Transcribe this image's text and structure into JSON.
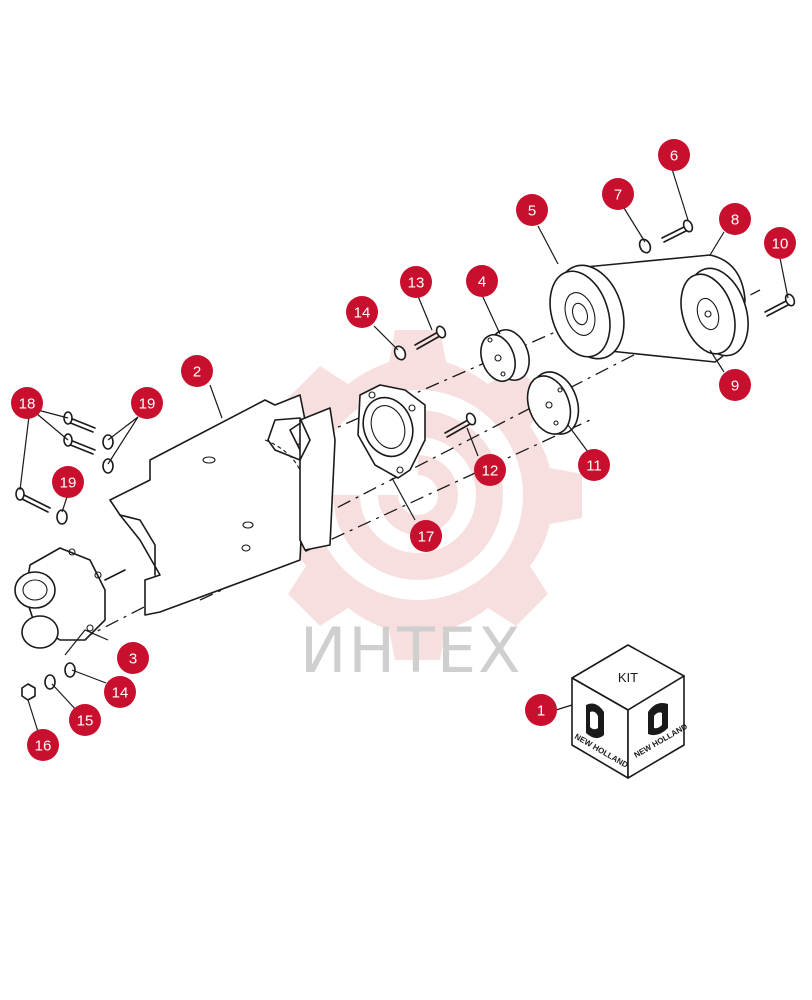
{
  "watermark": {
    "text": "ИНТЕХ",
    "color": "#f4c6c6"
  },
  "kit": {
    "label": "KIT",
    "brand_left": "NEW HOLLAND",
    "brand_right": "NEW HOLLAND"
  },
  "callout_color": "#c8102e",
  "callouts": [
    "1",
    "2",
    "3",
    "4",
    "5",
    "6",
    "7",
    "8",
    "9",
    "10",
    "11",
    "12",
    "13",
    "14",
    "14",
    "15",
    "16",
    "17",
    "18",
    "19",
    "19"
  ]
}
